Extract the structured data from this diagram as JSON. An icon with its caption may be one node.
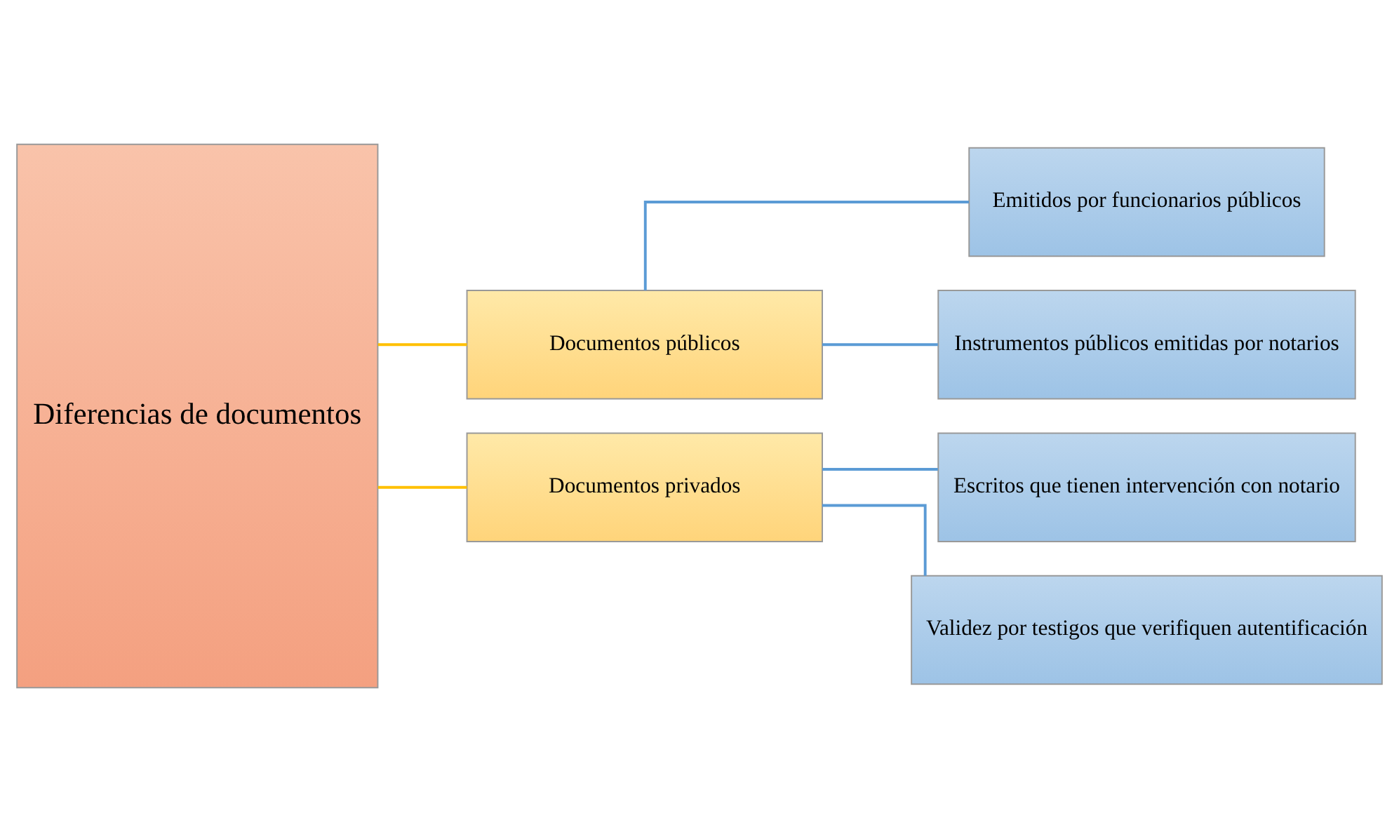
{
  "diagram": {
    "nodes": [
      {
        "text": [
          "Diferencias de documentos"
        ]
      },
      {
        "text": [
          "Documentos públicos"
        ]
      },
      {
        "text": [
          "Documentos privados"
        ]
      },
      {
        "text": [
          "Emitidos por funcionarios públicos"
        ]
      },
      {
        "text": [
          "Instrumentos públicos emitidas por notarios"
        ]
      },
      {
        "text": [
          "Escritos que tienen intervención con notario"
        ]
      },
      {
        "text": [
          "Validez por testigos que verifiquen autentificación"
        ]
      }
    ],
    "edges": [
      {
        "from": 0,
        "to": 1,
        "arrow": "none",
        "color": "#ffc000"
      },
      {
        "from": 0,
        "to": 2,
        "arrow": "none",
        "color": "#ffc000"
      },
      {
        "from": 1,
        "to": 3,
        "arrow": "none"
      },
      {
        "from": 1,
        "to": 4,
        "arrow": "none"
      },
      {
        "from": 2,
        "to": 5,
        "arrow": "none"
      },
      {
        "from": 2,
        "to": 6,
        "arrow": "none"
      }
    ]
  }
}
